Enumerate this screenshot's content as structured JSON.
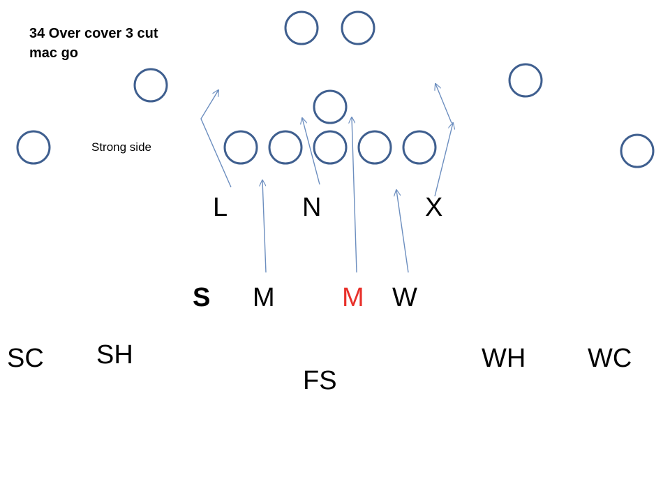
{
  "title": {
    "line1": "34 Over cover 3 cut",
    "line2": "mac go"
  },
  "note": "Strong side",
  "colors": {
    "offense_circle_stroke": "#3f5f8f",
    "route_arrow": "#6c8ebf",
    "highlight_label": "#e8302a",
    "default_label": "#000000"
  },
  "offense": [
    {
      "id": "left-receiver"
    },
    {
      "id": "left-slot"
    },
    {
      "id": "left-tackle"
    },
    {
      "id": "left-guard"
    },
    {
      "id": "center"
    },
    {
      "id": "right-guard"
    },
    {
      "id": "right-tackle"
    },
    {
      "id": "quarterback"
    },
    {
      "id": "back-left"
    },
    {
      "id": "back-right"
    },
    {
      "id": "right-slot"
    },
    {
      "id": "right-receiver"
    }
  ],
  "defense": {
    "line": {
      "L": "L",
      "N": "N",
      "X": "X"
    },
    "linebackers": {
      "S": "S",
      "M1": "M",
      "M2": "M",
      "W": "W"
    },
    "secondary": {
      "SC": "SC",
      "SH": "SH",
      "FS": "FS",
      "WH": "WH",
      "WC": "WC"
    }
  },
  "highlight": {
    "player": "M2",
    "bold_player": "S"
  }
}
